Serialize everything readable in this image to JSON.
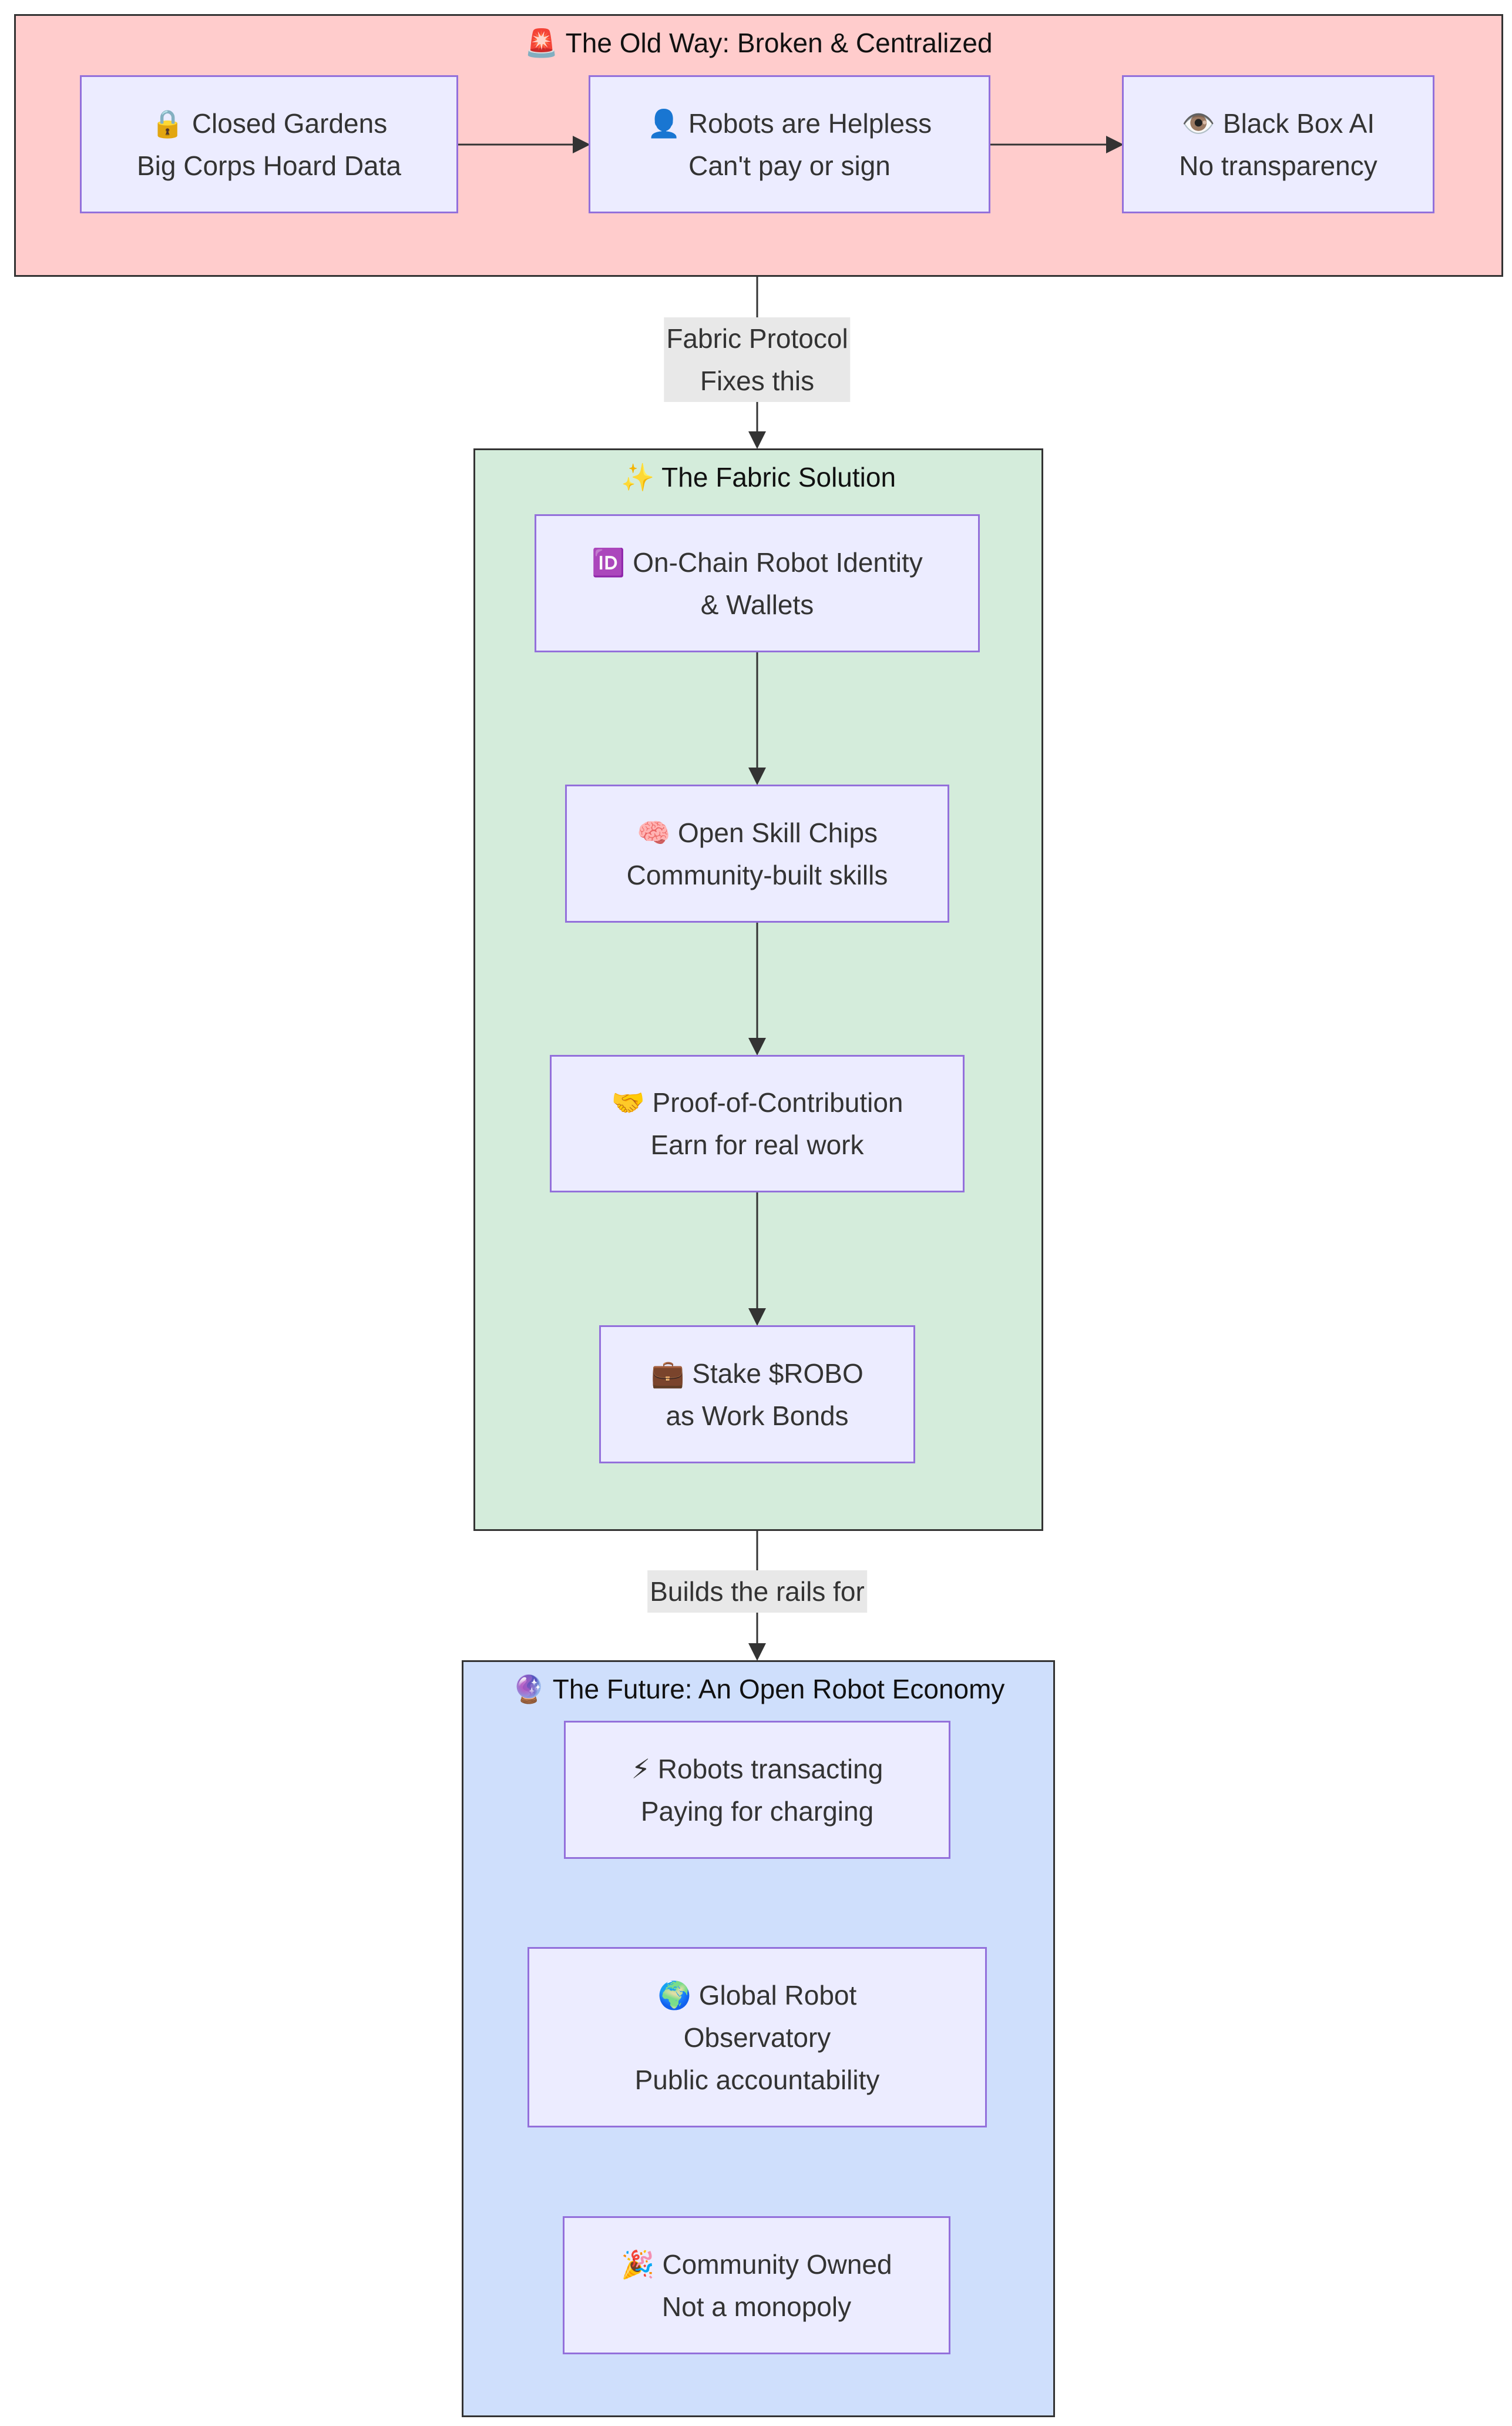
{
  "colors": {
    "old_way_bg": "#ffcccc",
    "solution_bg": "#d4ecdb",
    "future_bg": "#cfdffc",
    "node_bg": "#ececff",
    "node_border": "#9370db",
    "edge": "#333333",
    "edge_label_bg": "#e8e8e8"
  },
  "clusters": {
    "old_way": {
      "title": "🚨 The Old Way: Broken & Centralized"
    },
    "solution": {
      "title": "✨ The Fabric Solution"
    },
    "future": {
      "title": "🔮 The Future: An Open Robot Economy"
    }
  },
  "nodes": {
    "closed_gardens": {
      "line1": "🔒 Closed Gardens",
      "line2": "Big Corps Hoard Data"
    },
    "robots_helpless": {
      "line1": "👤 Robots are Helpless",
      "line2": "Can't pay or sign"
    },
    "black_box": {
      "line1": "👁️ Black Box AI",
      "line2": "No transparency"
    },
    "identity": {
      "line1": "🆔 On-Chain Robot Identity",
      "line2": "& Wallets"
    },
    "skill_chips": {
      "line1": "🧠 Open Skill Chips",
      "line2": "Community-built skills"
    },
    "proof": {
      "line1": "🤝 Proof-of-Contribution",
      "line2": "Earn for real work"
    },
    "stake": {
      "line1": "💼 Stake $ROBO",
      "line2": "as Work Bonds"
    },
    "transacting": {
      "line1": "⚡ Robots transacting",
      "line2": "Paying for charging"
    },
    "observatory": {
      "line1": "🌍 Global Robot",
      "line2": "Observatory",
      "line3": "Public accountability"
    },
    "community": {
      "line1": "🎉 Community Owned",
      "line2": "Not a monopoly"
    }
  },
  "edge_labels": {
    "fixes": {
      "line1": "Fabric Protocol",
      "line2": "Fixes this"
    },
    "builds": {
      "line1": "Builds the rails for"
    }
  }
}
